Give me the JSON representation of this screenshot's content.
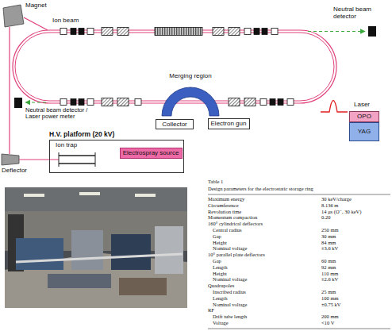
{
  "diagram": {
    "nodes": [
      {
        "text": [
          "H.V. platform (20 kV)"
        ]
      },
      {
        "text": [
          "Ion trap"
        ],
        "in": 0
      },
      {
        "text": [
          "Electrospray source"
        ],
        "in": 0
      },
      {
        "text": [
          "Collector"
        ]
      },
      {
        "text": [
          "Electron gun"
        ]
      },
      {
        "text": [
          "OPO"
        ]
      },
      {
        "text": [
          "YAG"
        ]
      }
    ],
    "labels": [
      "Magnet",
      "Ion beam",
      "Neutral beam detector",
      "Merging region",
      "Neutral beam detector / Laser power meter",
      "Laser",
      "Deflector",
      "Table 1",
      "Design parameters for the electrostatic storage ring",
      "Maximum energy",
      "30 keV/charge",
      "Circumference",
      "8.136 m",
      "Revolution time",
      "14 μs (O⁻, 30 keV)",
      "Momentum compaction",
      "0.20",
      "160° cylindrical deflectors",
      "Central radius",
      "250 mm",
      "Gap",
      "30 mm",
      "Height",
      "84 mm",
      "Nominal voltage",
      "±3.6 kV",
      "10° parallel plate deflectors",
      "Gap",
      "60 mm",
      "Length",
      "92 mm",
      "Height",
      "110 mm",
      "Nominal voltage",
      "±2.6 kV",
      "Quadrupoles",
      "Inscribed radius",
      "25 mm",
      "Length",
      "100 mm",
      "Nominal voltage",
      "±0.75 kV",
      "RF",
      "Drift tube length",
      "200 mm",
      "Voltage",
      "<10 V"
    ]
  }
}
